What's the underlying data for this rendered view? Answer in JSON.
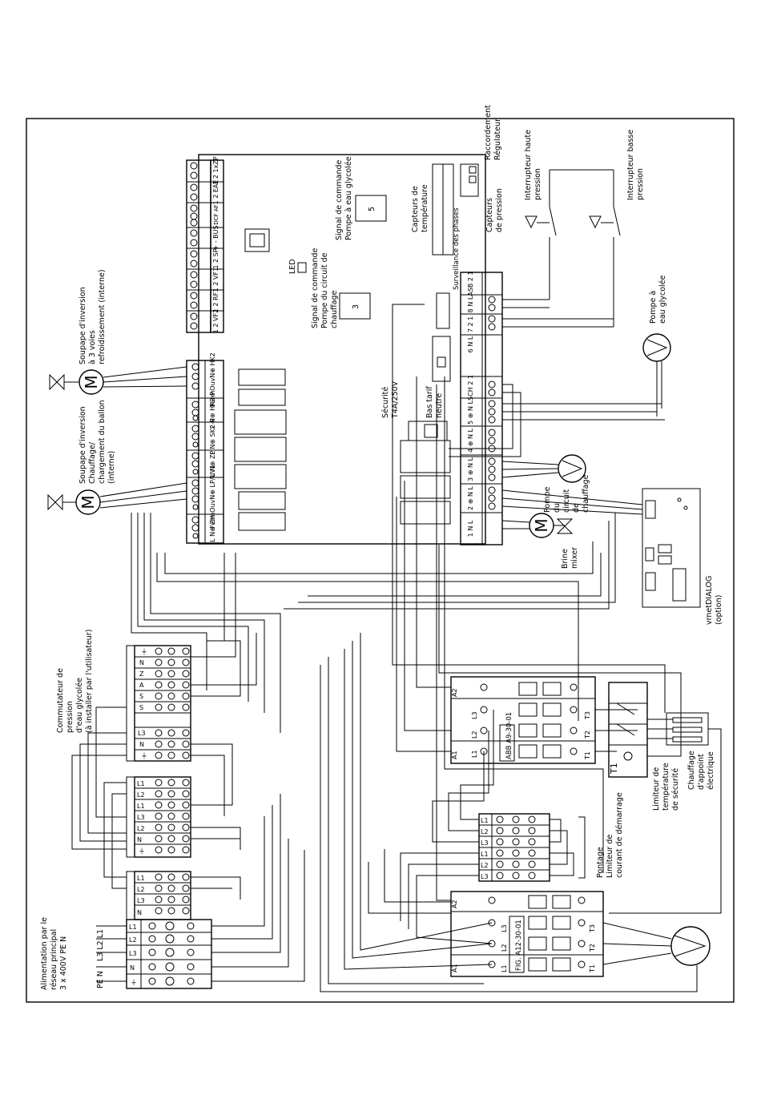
{
  "labels": {
    "power_supply": [
      "Alimentation par le",
      "réseau principal",
      "3 x 400V PE N"
    ],
    "pressure_switch": [
      "Commutateur de",
      "pression",
      "d'eau glycolée",
      "(à installer par l'utilisateur)"
    ],
    "valve_heating": [
      "Soupape d'inversion",
      "Chauffage/",
      "chargement du ballon",
      "(interne)"
    ],
    "valve_cooling": [
      "Soupape d'inversion",
      "à 3 voies",
      "refroidissement (interne)"
    ],
    "pump_heating_signal": [
      "Signal de commande",
      "Pompe du circuit de",
      "chauffage"
    ],
    "pump_brine_signal": [
      "Signal de commande",
      "Pompe à eau glycolée"
    ],
    "led": "LED",
    "temp_sensors": [
      "Capteurs de",
      "température"
    ],
    "phase_monitoring": "Surveillance des phases",
    "connection": [
      "Raccordement",
      "Régulateur"
    ],
    "pressure_sensors": [
      "Capteurs",
      "de pression"
    ],
    "high_pressure": [
      "Interrupteur haute",
      "pression"
    ],
    "low_pressure": [
      "Interrupteur basse",
      "pression"
    ],
    "brine_pump": [
      "Pompe à",
      "eau glycolée"
    ],
    "fuse": [
      "Sécurité",
      "T4A/250V"
    ],
    "low_tariff": [
      "Bas tarif",
      "neutre"
    ],
    "heating_pump": [
      "Pompe",
      "du",
      "circuit",
      "de",
      "chauffage"
    ],
    "brine_mixer": [
      "Brine",
      "mixer"
    ],
    "vrnetdialog": [
      "vrnetDIALOG",
      "(option)"
    ],
    "safety_limiter": [
      "Limiteur de",
      "température",
      "de sécurité"
    ],
    "backup_heater": [
      "Chauffage",
      "d'appoint",
      "électrique"
    ],
    "bridge_limiter": [
      "Pontage",
      "Limiteur de",
      "courant de démarrage"
    ],
    "contactor_1_model": "ABB  A9-30-01",
    "contactor_2_model": "FIG.  A12-30-01",
    "t1": "T1",
    "pe_n": "PE  N",
    "l_lines": "L3  L2  L1"
  },
  "top_terminals": [
    {
      "name": "1 2\n1xZP"
    },
    {
      "name": "1 2\nEAE"
    },
    {
      "name": "DCF AF\nBUS"
    },
    {
      "name": "+ -\nBUS"
    },
    {
      "name": "1 2\nSP"
    },
    {
      "name": "1 2\nVF1"
    },
    {
      "name": "1 2\nRF1"
    },
    {
      "name": "1 2\nVF2"
    }
  ],
  "left_terminals": [
    "HK2",
    "L N ⊕\nHK2-P",
    "L N ⊕\nSK2-P",
    "L N ⊕\nZP",
    "FermOuvN⊕\nLP/UV1",
    "L N ⊕\nZH"
  ],
  "bottom_terminals": [
    "ASB\n2 1",
    "8\nN L",
    "7\n2 1",
    "6\nN L",
    "SCH\n2 1",
    "5\n⊕ N L",
    "4\n⊕ N L",
    "3\n⊕ N L",
    "2\n⊕ N L",
    "1\nN L"
  ],
  "box_numbers": {
    "pump_heating": "3",
    "pump_brine": "5"
  }
}
